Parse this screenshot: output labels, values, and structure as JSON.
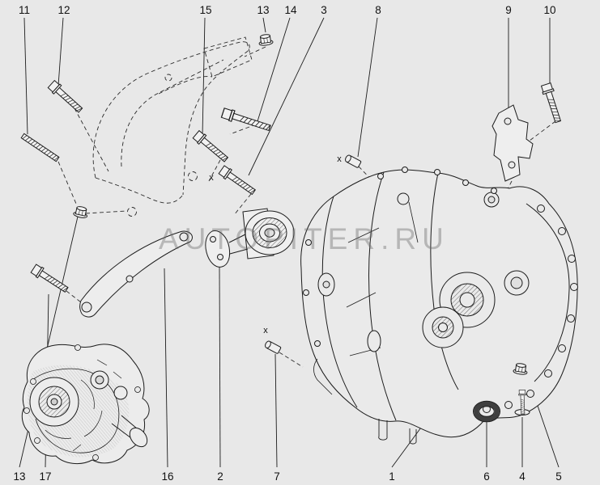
{
  "diagram": {
    "watermark": "AUTOPITER.RU",
    "x_mark": "x",
    "callouts_top": [
      "11",
      "12",
      "15",
      "13",
      "14",
      "3",
      "8",
      "9",
      "10"
    ],
    "callouts_bottom": [
      "13",
      "17",
      "16",
      "2",
      "7",
      "1",
      "6",
      "4",
      "5"
    ],
    "colors": {
      "background": "#e8e8e8",
      "line": "#1c1c1c",
      "watermark": "#696969"
    }
  }
}
